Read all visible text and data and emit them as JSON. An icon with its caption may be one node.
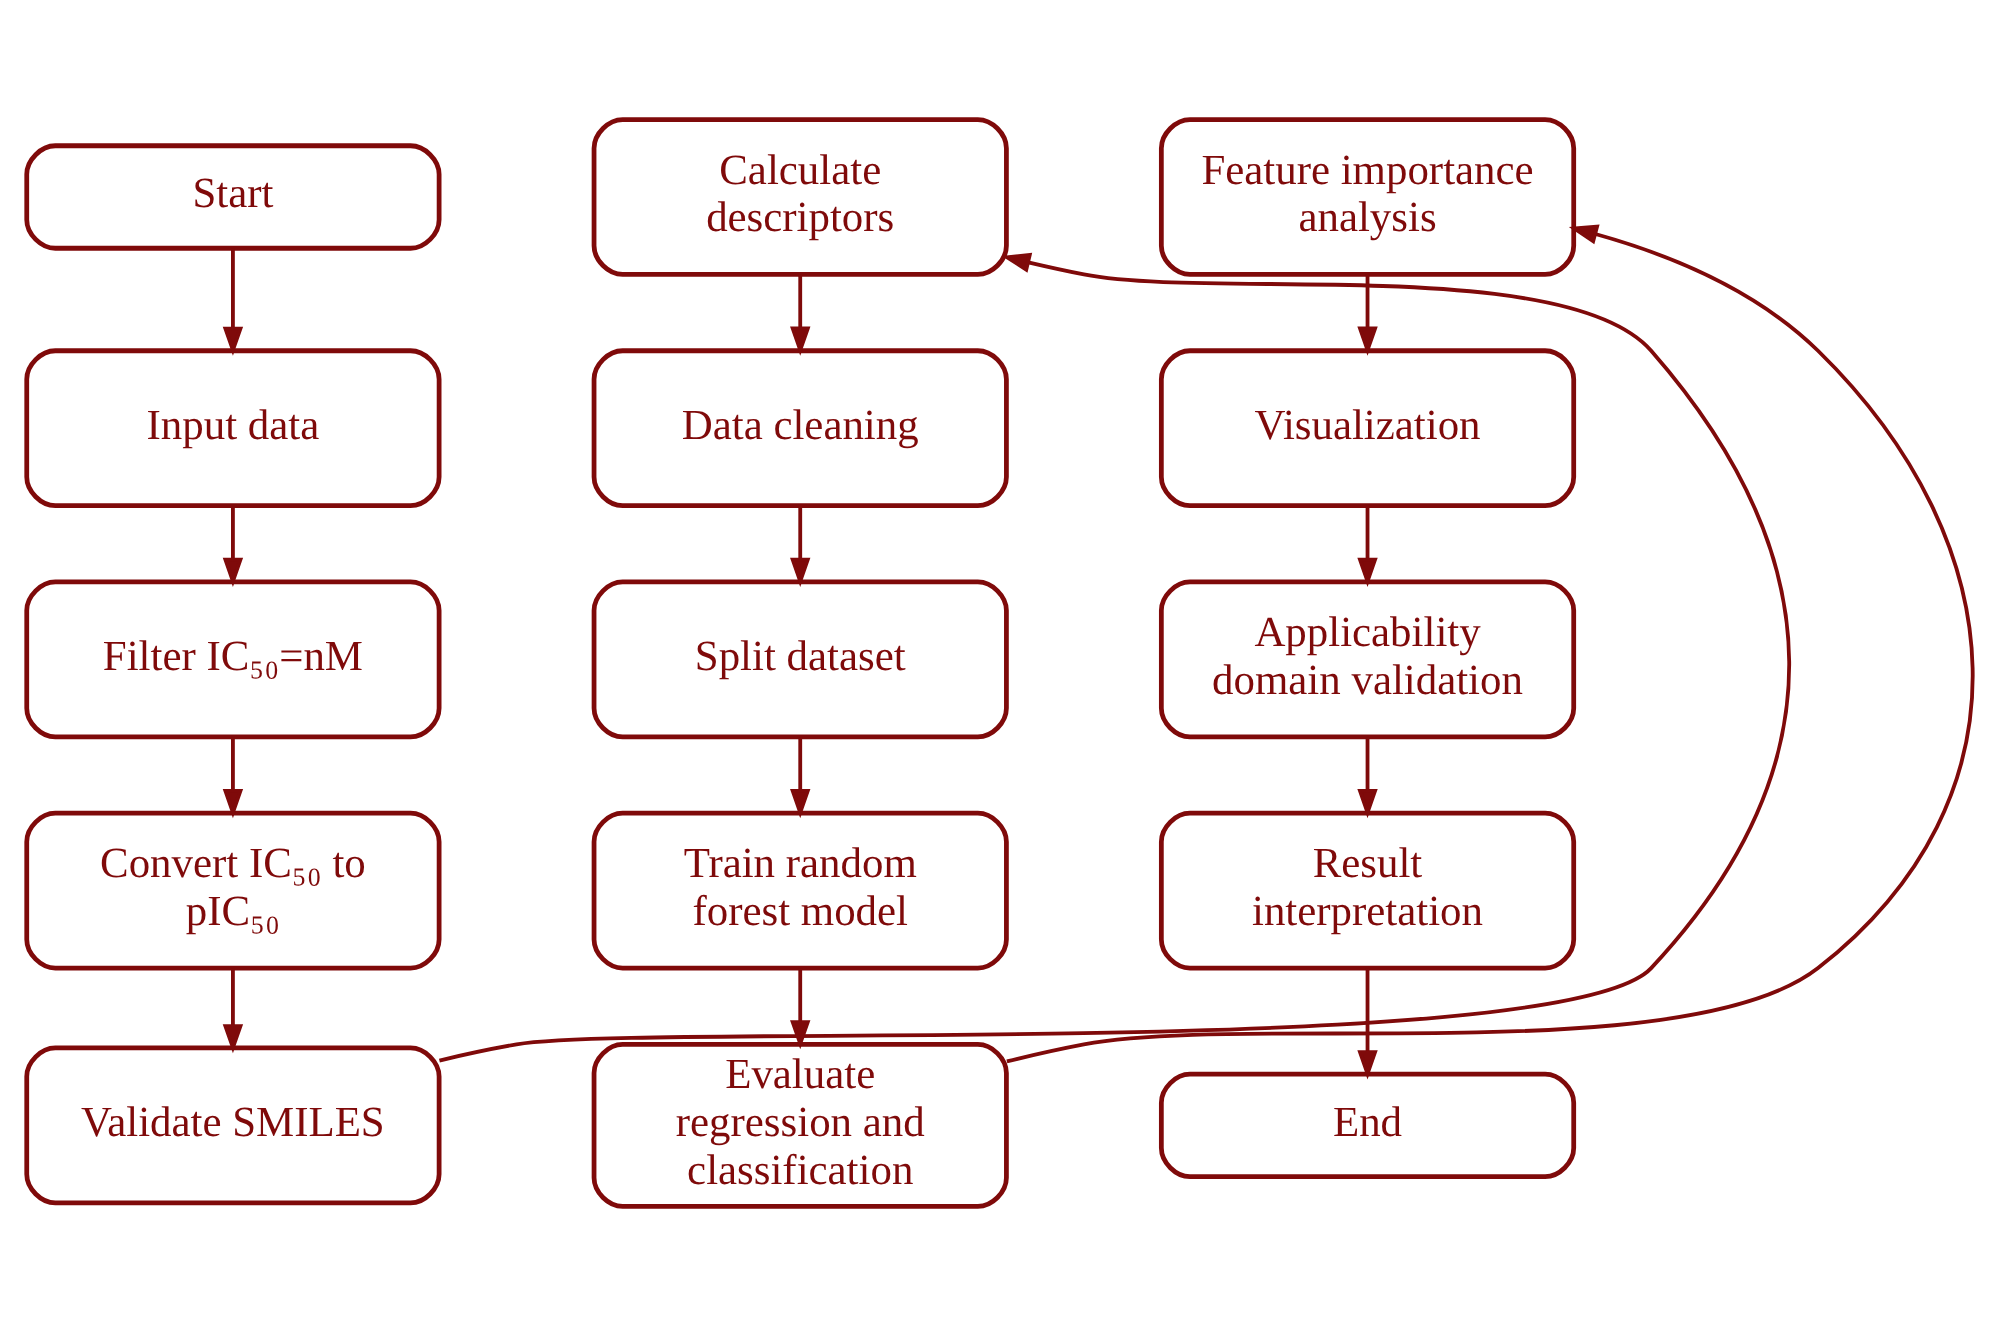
{
  "diagram": {
    "nodes": [
      {
        "text": [
          "Start"
        ]
      },
      {
        "text": [
          "Input data"
        ]
      },
      {
        "text": [
          "Filter IC₅₀=nM"
        ]
      },
      {
        "text": [
          "Convert IC₅₀ to pIC₅₀"
        ]
      },
      {
        "text": [
          "Validate SMILES"
        ]
      },
      {
        "text": [
          "Calculate descriptors"
        ]
      },
      {
        "text": [
          "Data cleaning"
        ]
      },
      {
        "text": [
          "Split dataset"
        ]
      },
      {
        "text": [
          "Train random forest model"
        ]
      },
      {
        "text": [
          "Evaluate regression and classification"
        ]
      },
      {
        "text": [
          "Feature importance analysis"
        ]
      },
      {
        "text": [
          "Visualization"
        ]
      },
      {
        "text": [
          "Applicability domain validation"
        ]
      },
      {
        "text": [
          "Result interpretation"
        ]
      },
      {
        "text": [
          "End"
        ]
      }
    ],
    "edges": [
      {
        "from": 0,
        "to": 1,
        "arrow": "to"
      },
      {
        "from": 1,
        "to": 2,
        "arrow": "to"
      },
      {
        "from": 2,
        "to": 3,
        "arrow": "to"
      },
      {
        "from": 3,
        "to": 4,
        "arrow": "to"
      },
      {
        "from": 4,
        "to": 5,
        "arrow": "to"
      },
      {
        "from": 5,
        "to": 6,
        "arrow": "to"
      },
      {
        "from": 6,
        "to": 7,
        "arrow": "to"
      },
      {
        "from": 7,
        "to": 8,
        "arrow": "to"
      },
      {
        "from": 8,
        "to": 9,
        "arrow": "to"
      },
      {
        "from": 9,
        "to": 10,
        "arrow": "to"
      },
      {
        "from": 10,
        "to": 11,
        "arrow": "to"
      },
      {
        "from": 11,
        "to": 12,
        "arrow": "to"
      },
      {
        "from": 12,
        "to": 13,
        "arrow": "to"
      },
      {
        "from": 13,
        "to": 14,
        "arrow": "to"
      }
    ]
  }
}
